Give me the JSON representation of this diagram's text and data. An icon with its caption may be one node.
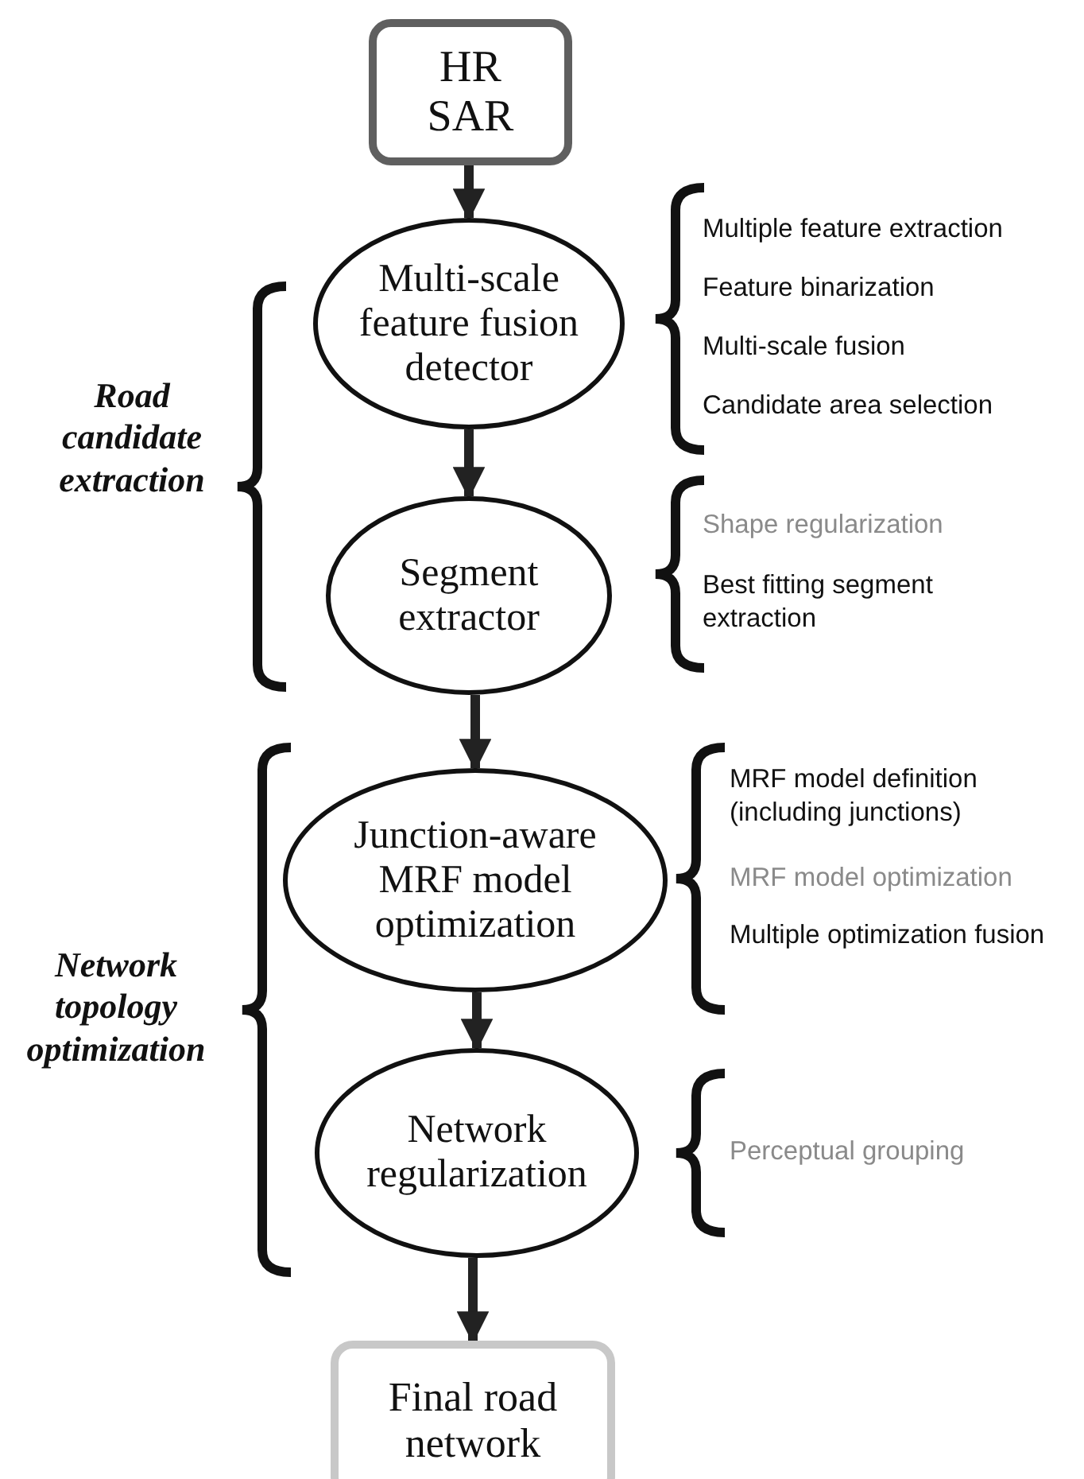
{
  "diagram": {
    "nodes": [
      {
        "text": [
          "HR SAR"
        ]
      },
      {
        "text": [
          "Multi-scale feature fusion detector"
        ],
        "beside": [
          "Multiple feature extraction",
          "Feature binarization",
          "Multi-scale fusion",
          "Candidate area selection"
        ]
      },
      {
        "text": [
          "Segment extractor"
        ],
        "beside": [
          "Shape regularization",
          "Best fitting segment extraction"
        ]
      },
      {
        "text": [
          "Junction-aware MRF model optimization"
        ],
        "beside": [
          "MRF model definition (including junctions)",
          "MRF model optimization",
          "Multiple optimization fusion"
        ]
      },
      {
        "text": [
          "Network regularization"
        ],
        "beside": [
          "Perceptual grouping"
        ]
      },
      {
        "text": [
          "Final road network"
        ]
      }
    ],
    "edges": [
      {
        "from": 0,
        "to": 1,
        "arrow": "to"
      },
      {
        "from": 1,
        "to": 2,
        "arrow": "to"
      },
      {
        "from": 2,
        "to": 3,
        "arrow": "to"
      },
      {
        "from": 3,
        "to": 4,
        "arrow": "to"
      },
      {
        "from": 4,
        "to": 5,
        "arrow": "to"
      }
    ],
    "labels": [
      "Road candidate extraction",
      "Network topology optimization"
    ]
  }
}
